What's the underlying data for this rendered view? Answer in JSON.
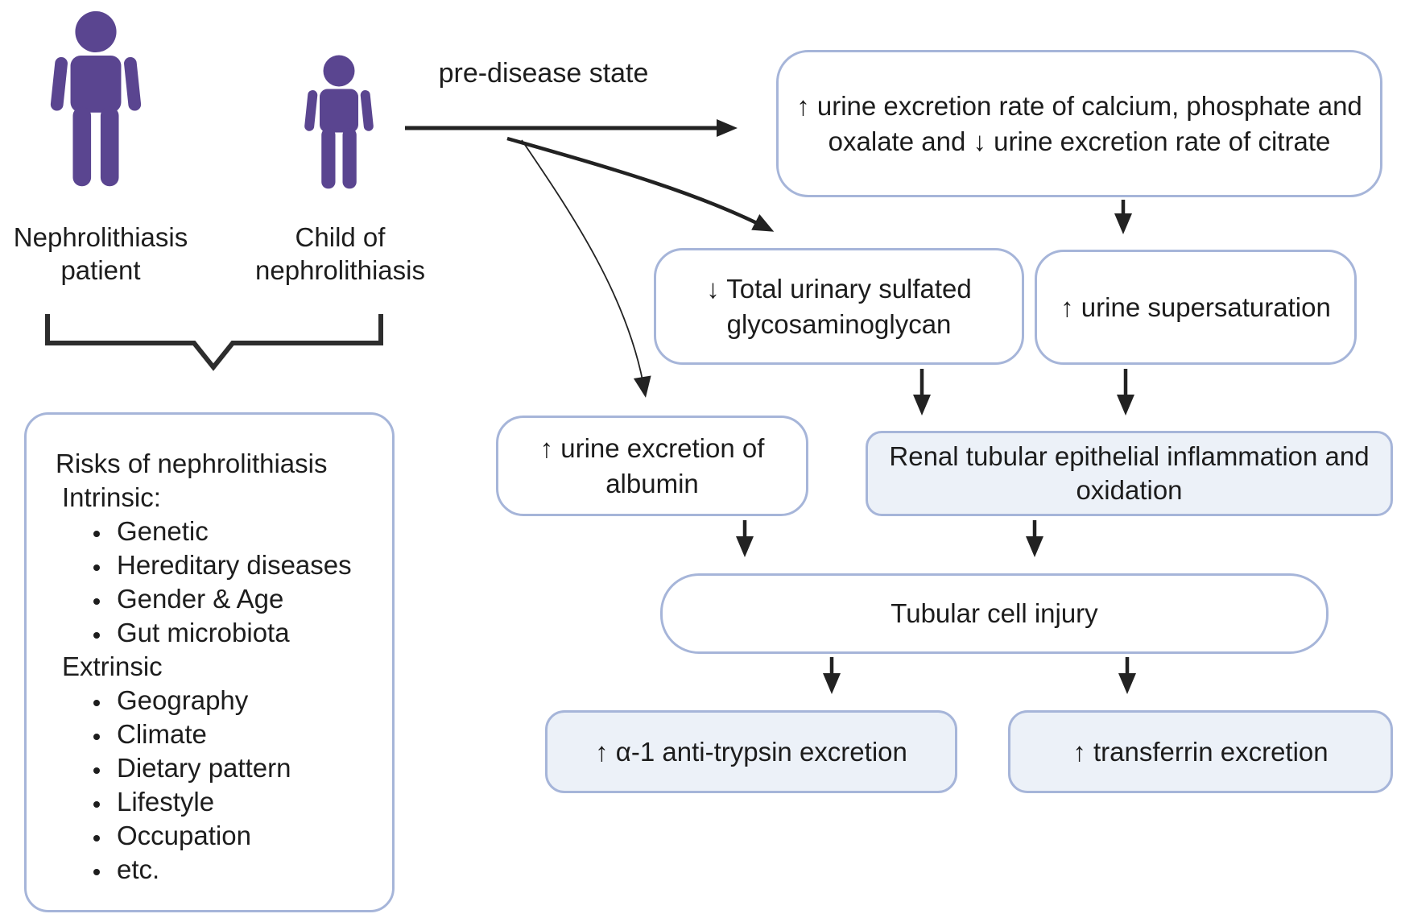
{
  "palette": {
    "figure_purple": "#5a4590",
    "box_border": "#a6b5d9",
    "box_fill_light": "#ecf1f8",
    "box_fill_white": "#ffffff",
    "arrow_color": "#222222",
    "text_color": "#1d1d1d"
  },
  "figures": {
    "patient_label": "Nephrolithiasis patient",
    "child_label": "Child of nephrolithiasis"
  },
  "pre_disease_label": "pre-disease state",
  "risks": {
    "title": "Risks of nephrolithiasis",
    "intrinsic_heading": "Intrinsic:",
    "intrinsic_items": [
      "Genetic",
      "Hereditary diseases",
      "Gender & Age",
      "Gut microbiota"
    ],
    "extrinsic_heading": "Extrinsic",
    "extrinsic_items": [
      "Geography",
      "Climate",
      "Dietary pattern",
      "Lifestyle",
      "Occupation",
      "etc."
    ]
  },
  "boxes": {
    "calcium": "↑ urine excretion rate of calcium, phosphate and oxalate and ↓ urine excretion rate of citrate",
    "gag": "↓ Total urinary sulfated glycosaminoglycan",
    "supersaturation": "↑ urine supersaturation",
    "albumin": "↑ urine excretion of albumin",
    "renal": "Renal tubular epithelial inflammation and oxidation",
    "tubular": "Tubular cell injury",
    "antitrypsin": "↑ α-1 anti-trypsin excretion",
    "transferrin": "↑ transferrin excretion"
  }
}
